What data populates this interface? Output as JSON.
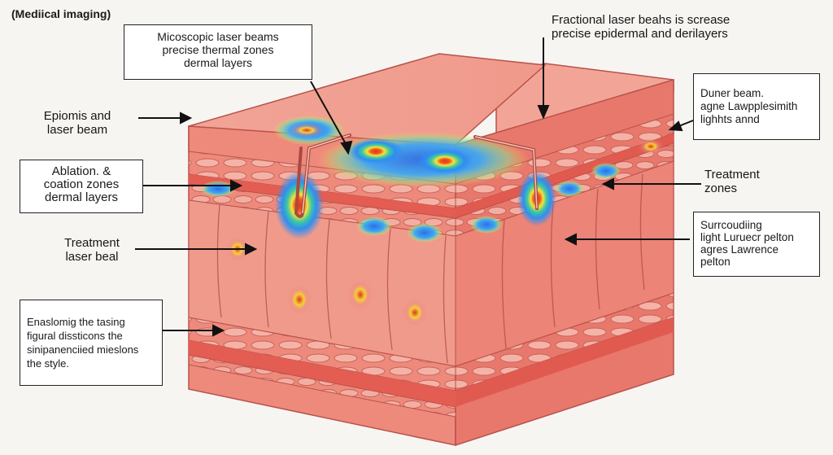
{
  "header": {
    "title": "(Mediical imaging)"
  },
  "labels": {
    "top_right": "Fractional laser beahs is screase\nprecise epidermal and derilayers",
    "epidermis": "Epiomis and\nlaser beam",
    "treatment_left": "Treatment\nlaser beal",
    "treatment_right": "Treatment\nzones"
  },
  "boxes": {
    "top_center": "Micoscopic laser beams\nprecise thermal zones\ndermal layers",
    "ablation": "Ablation. &\ncoation zones\ndermal layers",
    "bottom_left": "Enaslomig the tasing\nfigural dissticons the\nsinipanenciied mieslons\nthe style.",
    "right_top": "Duner beam.\nagne Lawpplesimith\nlighhts annd",
    "right_mid": "Surrcoudiing\nlight Luruecr pelton\nagres Lawrence\npelton"
  },
  "colors": {
    "skin_top": "#f2a394",
    "skin_front": "#ee8a7c",
    "skin_side": "#e66f63",
    "outline": "#b8524a",
    "heat_core": "#e2361e",
    "heat_mid": "#f6e23a",
    "heat_outer": "#2f8ef2"
  }
}
